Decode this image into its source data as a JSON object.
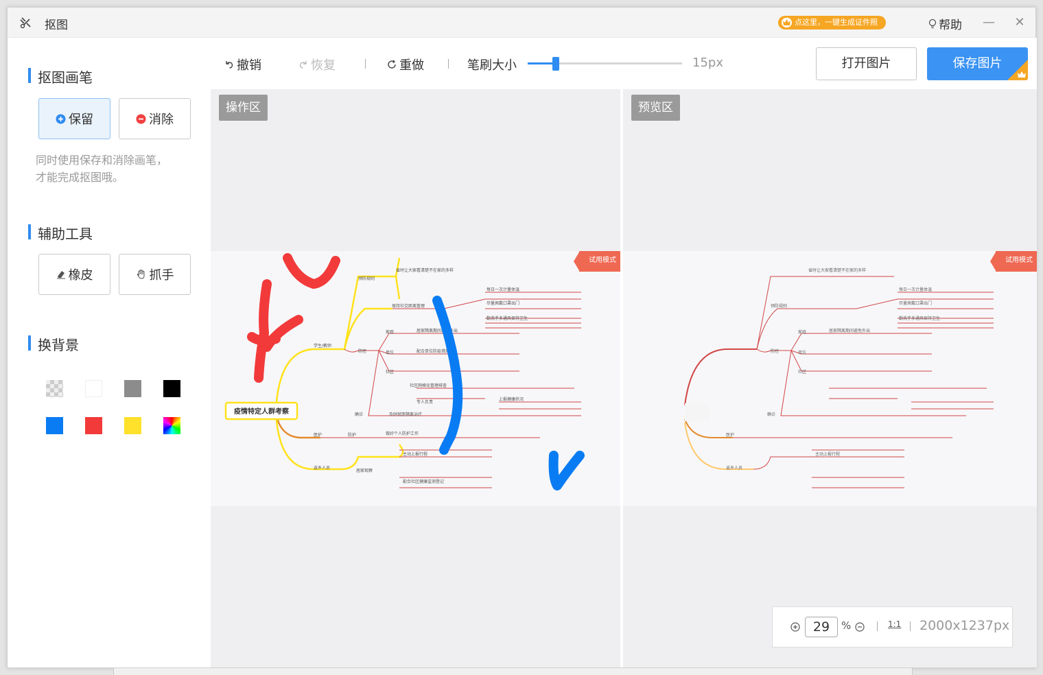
{
  "app": {
    "title": "抠图",
    "promo": "点这里，一键生成证件照",
    "help": "帮助",
    "minimize": "—",
    "close": "✕"
  },
  "sidebar": {
    "brush_title": "抠图画笔",
    "keep_label": "保留",
    "erase_label": "消除",
    "hint_line1": "同时使用保存和消除画笔，",
    "hint_line2": "才能完成抠图哦。",
    "aux_title": "辅助工具",
    "eraser_label": "橡皮",
    "hand_label": "抓手",
    "bg_title": "换背景",
    "bg_colors": [
      "transparent",
      "#ffffff",
      "#8c8c8c",
      "#000000",
      "#0a7cf3",
      "#f23a3a",
      "#ffe02a",
      "rainbow"
    ]
  },
  "toolbar": {
    "undo": "撤销",
    "redo": "恢复",
    "redo_all": "重做",
    "brush_size_label": "笔刷大小",
    "brush_size_value": "15px",
    "brush_size_fraction": 0.18,
    "open_image": "打开图片",
    "save_image": "保存图片"
  },
  "panels": {
    "operation_label": "操作区",
    "preview_label": "预览区",
    "trial_badge": "试用模式",
    "mindmap_root": "疫情特定人群考察"
  },
  "zoom": {
    "value": "29",
    "percent": "%",
    "one_to_one": "1:1",
    "dimensions": "2000x1237px"
  },
  "colors": {
    "accent": "#2f8cf0",
    "keep_brush": "#f23a3a",
    "erase_brush": "#0a7cf3",
    "promo": "#f6a623"
  }
}
